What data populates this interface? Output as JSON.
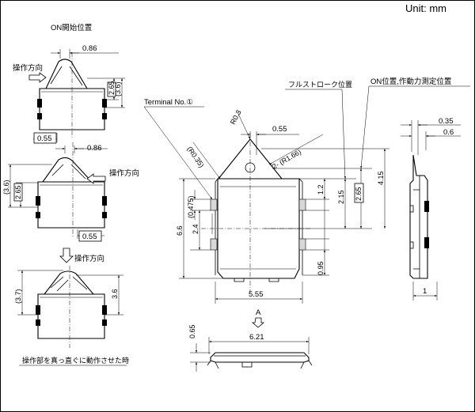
{
  "unit_label": "Unit: mm",
  "labels": {
    "on_position": "ON開始位置",
    "operation_direction_1": "操作方向",
    "operation_direction_2": "操作方向",
    "operation_direction_3": "操作方向",
    "straight_operation": "操作部を真っ直ぐに動作させた時",
    "terminal_no1": "Terminal No.①",
    "full_stroke_position": "フルストローク位置",
    "on_position_force": "ON位置,作動力測定位置",
    "view_a": "A"
  },
  "dimensions": {
    "d_0_86_top": "0.86",
    "d_2_65_a": "2.65",
    "d_3_6_a": "(3.6)",
    "d_0_55_a": "0.55",
    "d_0_86_mid": "0.86",
    "d_3_6_b": "(3.6)",
    "d_2_65_b": "2.65",
    "d_0_55_b": "0.55",
    "d_3_7": "(3.7)",
    "d_3_6_c": "3.6",
    "d_r0_3": "R0.3",
    "d_r0_35": "(R0.35)",
    "d_2_r1_66": "2- (R1.66)",
    "d_0_55_main": "0.55",
    "d_1_2": "1.2",
    "d_2_15": "2.15",
    "d_2_65_main": "2.65",
    "d_4_15": "4.15",
    "d_0_475": "(0.475)",
    "d_6_6": "6.6",
    "d_2_4": "2.4",
    "d_0_95": "0.95",
    "d_5_55": "5.55",
    "d_6_21": "6.21",
    "d_0_65": "0.65",
    "d_0_35": "0.35",
    "d_0_6": "0.6",
    "d_1": "1"
  }
}
